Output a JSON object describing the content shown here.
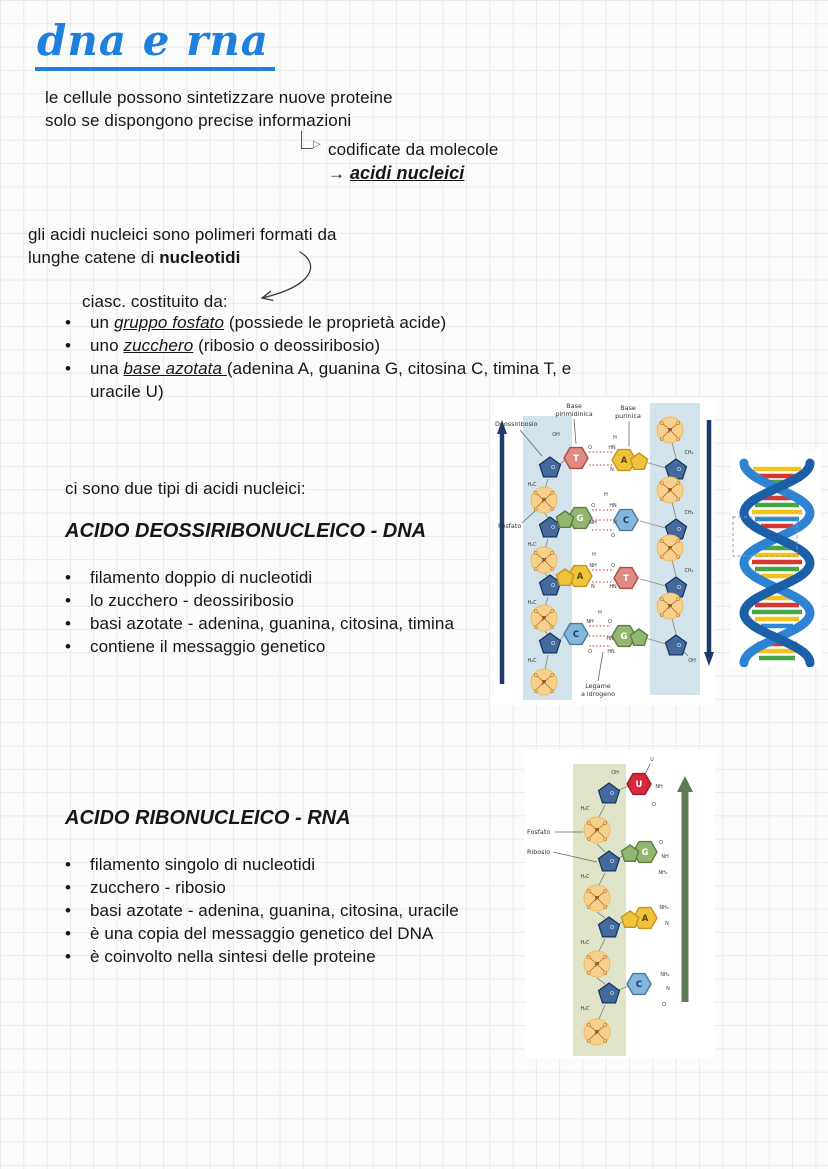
{
  "page": {
    "title": "dna e rna"
  },
  "glyphs": {
    "bullet": "•",
    "triangle": "▷",
    "arrow": "→"
  },
  "notes": {
    "intro_line1": "le cellule possono sintetizzare nuove proteine",
    "intro_line2": "solo se dispongono precise informazioni",
    "branch_label": "codificate da molecole",
    "branch_term": "acidi nucleici",
    "polymer_line1": "gli acidi nucleici sono polimeri formati da",
    "polymer_line2_plain": "lunghe catene di ",
    "polymer_line2_bold": "nucleotidi",
    "composition_heading": "ciasc. costituito da:",
    "composition_bullets": [
      {
        "pre": "un ",
        "em": "gruppo fosfato",
        "post": " (possiede le proprietà acide)"
      },
      {
        "pre": "uno ",
        "em": "zucchero",
        "post": " (ribosio o deossiribosio)"
      },
      {
        "pre": "una ",
        "em": "base azotata ",
        "post": "(adenina A, guanina G, citosina C, timina T, e uracile U)"
      }
    ],
    "types_intro": "ci sono due tipi di acidi nucleici:",
    "dna": {
      "heading": "ACIDO DEOSSIRIBONUCLEICO - DNA",
      "bullets": [
        "filamento doppio di nucleotidi",
        "lo zucchero - deossiribosio",
        "basi azotate - adenina, guanina, citosina, timina",
        "contiene il messaggio genetico"
      ]
    },
    "rna": {
      "heading": "ACIDO RIBONUCLEICO - RNA",
      "bullets": [
        "filamento singolo di nucleotidi",
        "zucchero - ribosio",
        "basi azotate - adenina, guanina, citosina, uracile",
        "è una copia del messaggio genetico del DNA",
        "è coinvolto nella sintesi delle proteine"
      ]
    }
  },
  "diagrams": {
    "atoms": {
      "p": "P",
      "o": "O",
      "oh": "OH",
      "h": "H",
      "n": "N",
      "nh": "NH",
      "hn": "HN",
      "nh2": "NH₂",
      "h2c": "H₂C",
      "ch2": "CH₂",
      "u": "U"
    },
    "dna": {
      "labels": {
        "sugar": "Deossiribosio",
        "base_word": "Base",
        "pyrimidine": "pirimidinica",
        "purine": "purinica",
        "phosphate": "Fosfato",
        "hbond_line1": "Legame",
        "hbond_line2": "a idrogeno"
      },
      "pairs": [
        {
          "left": "T",
          "right": "A"
        },
        {
          "left": "G",
          "right": "C"
        },
        {
          "left": "A",
          "right": "T"
        },
        {
          "left": "C",
          "right": "G"
        }
      ]
    },
    "rna": {
      "labels": {
        "phosphate": "Fosfato",
        "sugar": "Ribosio"
      },
      "bases": [
        "U",
        "G",
        "A",
        "C"
      ]
    },
    "colors": {
      "title_blue": "#1e7fdd",
      "adenine": "#f0c33c",
      "thymine": "#e08a84",
      "guanine": "#93b671",
      "cytosine": "#85b7dc",
      "uracil": "#d6293e",
      "phosphate": "#f8d08e",
      "sugar": "#44699c",
      "dna_strand": "#d3e3eb",
      "rna_strand": "#dfe4c8",
      "hbond": "#d03030",
      "dna_arrow": "#1f3a68",
      "rna_arrow": "#5d7c55"
    }
  }
}
